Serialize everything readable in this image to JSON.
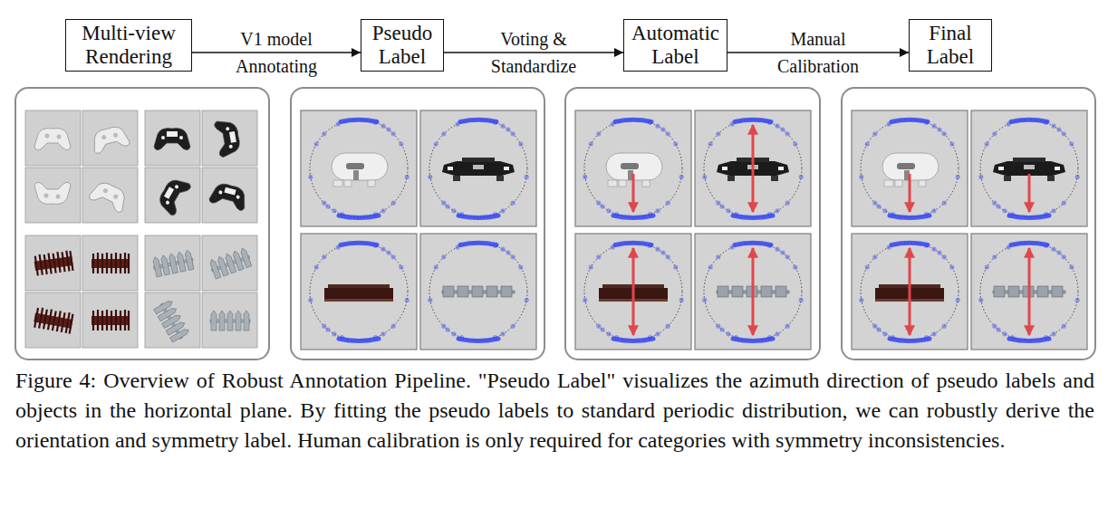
{
  "diagram": {
    "caption": "Figure 4: Overview of Robust Annotation Pipeline. \"Pseudo Label\" visualizes the azimuth direction of pseudo labels and objects in the horizontal plane. By fitting the pseudo labels to standard periodic distribution, we can robustly derive the orientation and symmetry label. Human calibration is only required for categories with symmetry inconsistencies.",
    "nodes": [
      {
        "text": [
          "Multi-view Rendering"
        ]
      },
      {
        "text": [
          "Pseudo Label"
        ]
      },
      {
        "text": [
          "Automatic Label"
        ]
      },
      {
        "text": [
          "Final Label"
        ]
      }
    ],
    "edges": [
      {
        "from": 0,
        "to": 1,
        "label": "V1 model Annotating",
        "arrow": "to"
      },
      {
        "from": 1,
        "to": 2,
        "label": "Voting & Standardize",
        "arrow": "to"
      },
      {
        "from": 2,
        "to": 3,
        "label": "Manual Calibration",
        "arrow": "to"
      }
    ]
  }
}
